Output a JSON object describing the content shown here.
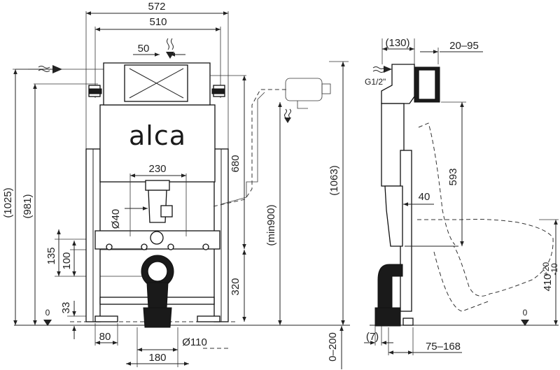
{
  "brand": "alca",
  "front_view": {
    "dimensions": {
      "overall_width": "572",
      "frame_width": "510",
      "inlet_offset": "50",
      "height_1025": "(1025)",
      "height_981": "(981)",
      "height_680": "680",
      "height_min900": "(min900)",
      "height_1063": "(1063)",
      "flush_pipe_spacing": "230",
      "flush_pipe_diameter": "Ø40",
      "height_135": "135",
      "height_100": "100",
      "height_320": "320",
      "height_33": "33",
      "zero_level": "0",
      "foot_width_80": "80",
      "waste_diameter": "Ø110",
      "width_180": "180",
      "adjust_0_200": "0–200"
    }
  },
  "side_view": {
    "dimensions": {
      "depth_130": "(130)",
      "depth_20_95": "20–95",
      "inlet_thread": "G1/2\"",
      "height_593": "593",
      "offset_40": "40",
      "height_410": "410",
      "tolerance_plus": "+20",
      "tolerance_minus": "-10",
      "zero_level": "0",
      "foot_7": "(7)",
      "depth_75_168": "75–168"
    }
  },
  "colors": {
    "line": "#222222",
    "part_dark": "#1a1a1a",
    "part_grey": "#cfcfcf",
    "background": "#ffffff"
  }
}
